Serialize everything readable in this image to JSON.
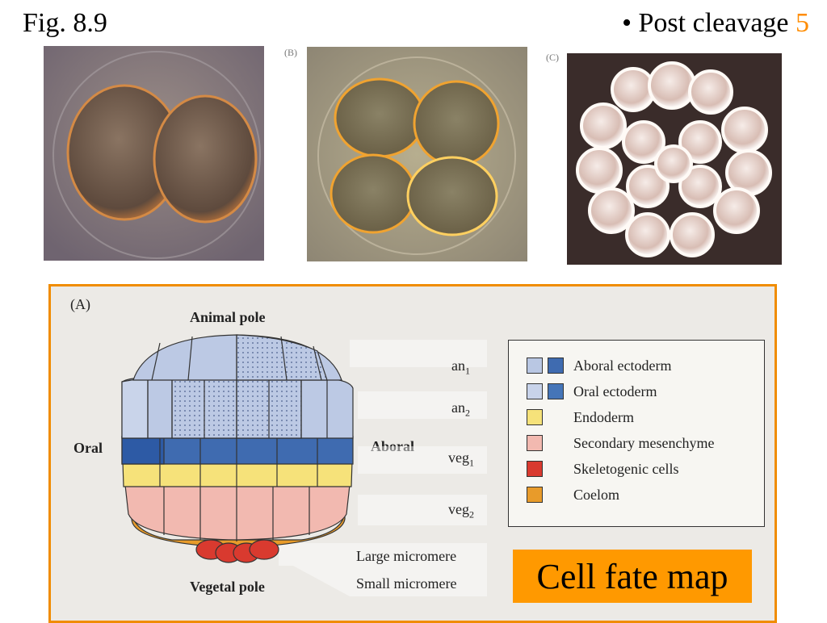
{
  "slide": {
    "title": "Fig. 8.9",
    "subtitle_text": "• Post  cleavage ",
    "subtitle_number": "5"
  },
  "photos": [
    {
      "label": "",
      "stage": "two-cell"
    },
    {
      "label": "(B)",
      "stage": "four-cell"
    },
    {
      "label": "(C)",
      "stage": "sixteen-cell"
    }
  ],
  "diagram": {
    "panel_label": "(A)",
    "animal_pole": "Animal pole",
    "vegetal_pole": "Vegetal pole",
    "oral": "Oral",
    "aboral": "Aboral",
    "tiers": [
      {
        "name": "an",
        "sub": "1"
      },
      {
        "name": "an",
        "sub": "2"
      },
      {
        "name": "veg",
        "sub": "1"
      },
      {
        "name": "veg",
        "sub": "2"
      }
    ],
    "large_micromere": "Large micromere",
    "small_micromere": "Small micromere",
    "badge": "Cell fate map"
  },
  "legend": [
    {
      "label": "Aboral ectoderm",
      "colors": [
        "#b9c7e3",
        "#3f6bb0"
      ]
    },
    {
      "label": "Oral ectoderm",
      "colors": [
        "#b9c7e3",
        "#3f6bb0"
      ]
    },
    {
      "label": "Endoderm",
      "colors": [
        "#f6e27a"
      ]
    },
    {
      "label": "Secondary mesenchyme",
      "colors": [
        "#f2b9b0"
      ]
    },
    {
      "label": "Skeletogenic cells",
      "colors": [
        "#d93a2f"
      ]
    },
    {
      "label": "Coelom",
      "colors": [
        "#e89b2a"
      ]
    }
  ],
  "colors": {
    "accent_orange": "#ff9900",
    "panel_border": "#f08c00"
  }
}
